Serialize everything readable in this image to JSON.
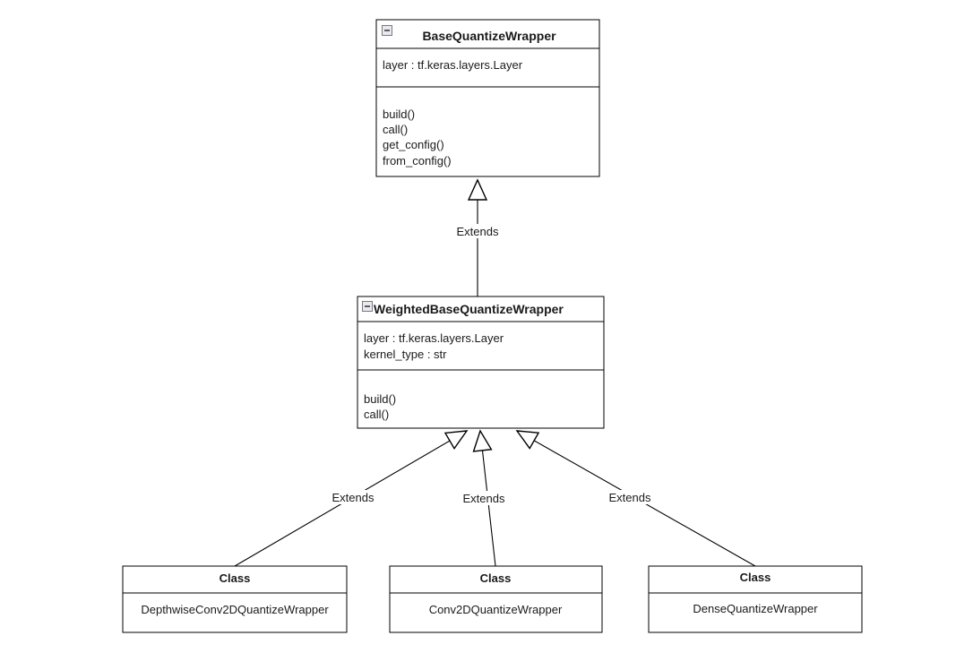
{
  "diagram": {
    "type": "uml-class-diagram",
    "background": "#ffffff",
    "stroke_color": "#000000",
    "edge_label": "Extends",
    "collapse_icon": "minus-box",
    "classes": {
      "base_quantize_wrapper": {
        "title": "BaseQuantizeWrapper",
        "attributes": [
          "layer : tf.keras.layers.Layer"
        ],
        "methods": [
          "build()",
          "call()",
          "get_config()",
          "from_config()"
        ]
      },
      "weighted_base_quantize_wrapper": {
        "title": "WeightedBaseQuantizeWrapper",
        "attributes": [
          "layer : tf.keras.layers.Layer",
          "kernel_type : str"
        ],
        "methods": [
          "build()",
          "call()"
        ]
      },
      "depthwise_conv2d_quantize_wrapper": {
        "title": "Class",
        "name": "DepthwiseConv2DQuantizeWrapper"
      },
      "conv2d_quantize_wrapper": {
        "title": "Class",
        "name": "Conv2DQuantizeWrapper"
      },
      "dense_quantize_wrapper": {
        "title": "Class",
        "name": "DenseQuantizeWrapper"
      }
    }
  }
}
